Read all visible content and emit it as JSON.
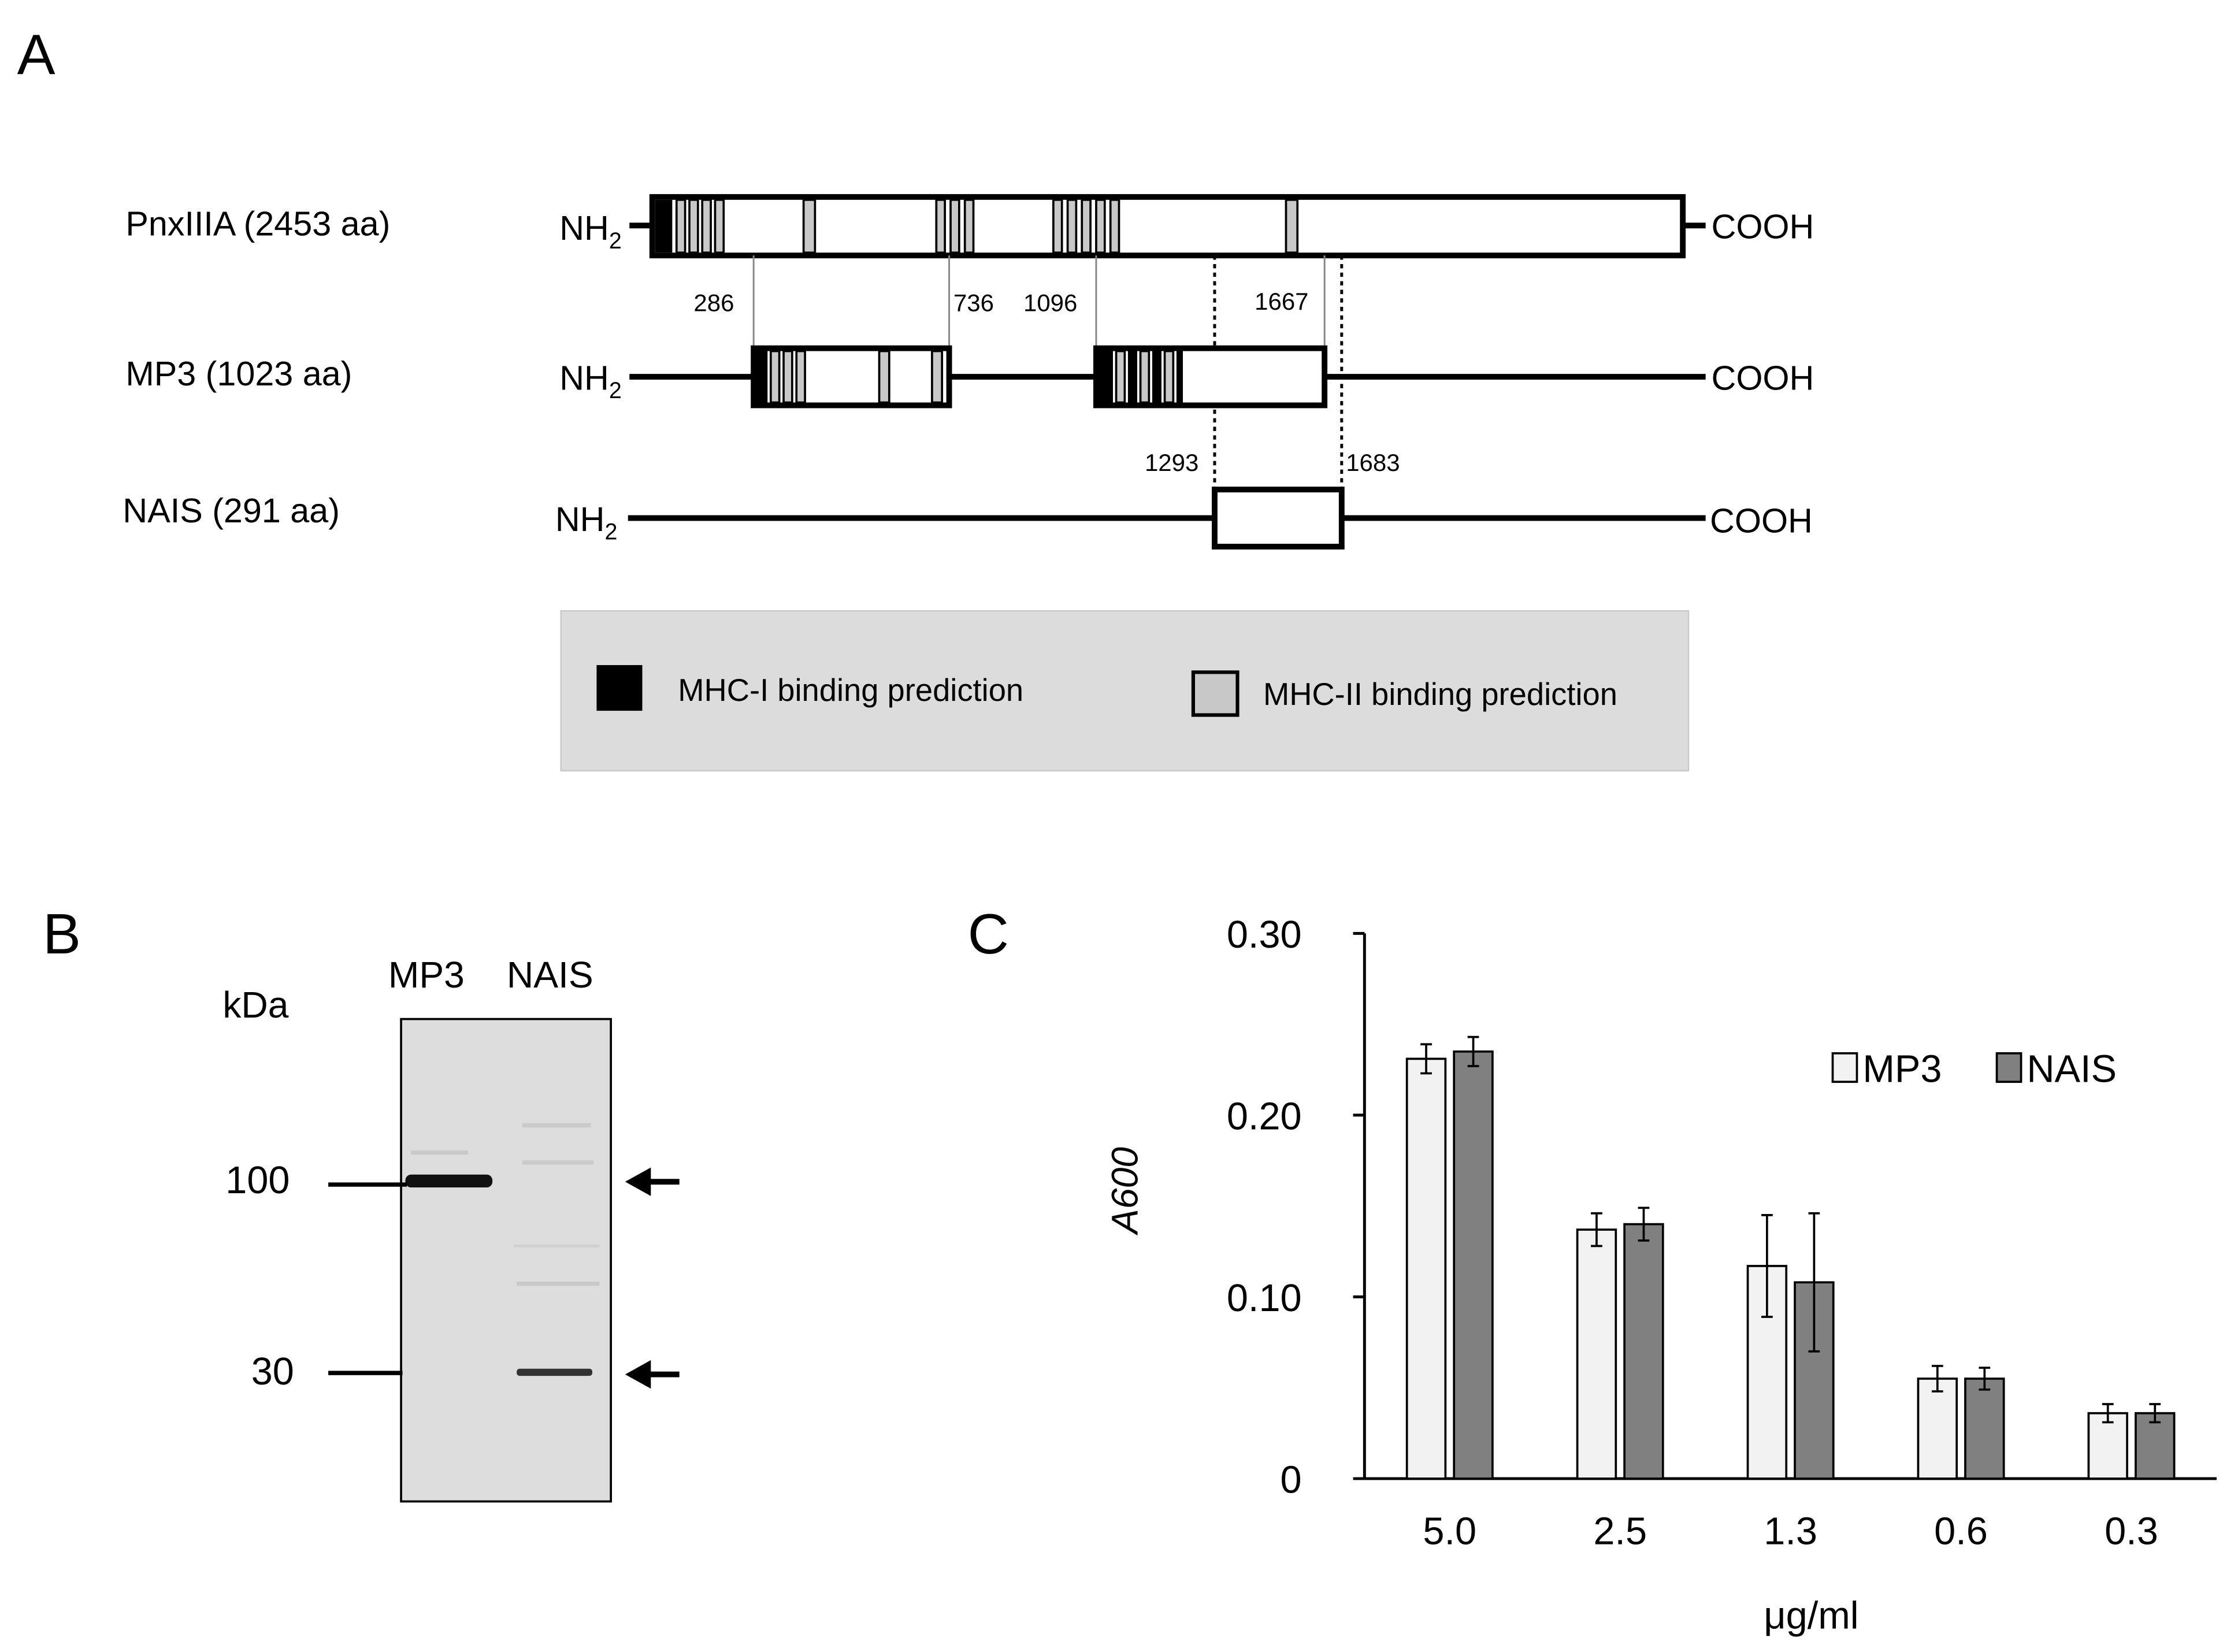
{
  "panel_a": {
    "letter": "A",
    "proteins": [
      {
        "label": "PnxIIIA (2453 aa)",
        "n_term": "NH",
        "n_sub": "2",
        "c_term": "COOH"
      },
      {
        "label": "MP3 (1023 aa)",
        "n_term": "NH",
        "n_sub": "2",
        "c_term": "COOH"
      },
      {
        "label": "NAIS (291 aa)",
        "n_term": "NH",
        "n_sub": "2",
        "c_term": "COOH"
      }
    ],
    "positions": [
      "286",
      "736",
      "1096",
      "1667",
      "1293",
      "1683"
    ],
    "legend": {
      "mhc1": "MHC-I binding prediction",
      "mhc2": "MHC-II binding prediction",
      "mhc1_color": "#000000",
      "mhc2_color": "#c8c8c8",
      "box_color": "#dcdcdc"
    }
  },
  "panel_b": {
    "letter": "B",
    "lanes": [
      "MP3",
      "NAIS"
    ],
    "unit": "kDa",
    "markers": [
      "100",
      "30"
    ]
  },
  "panel_c": {
    "letter": "C",
    "chart_data": {
      "type": "bar",
      "categories": [
        "5.0",
        "2.5",
        "1.3",
        "0.6",
        "0.3"
      ],
      "series": [
        {
          "name": "MP3",
          "values": [
            0.231,
            0.137,
            0.117,
            0.055,
            0.036
          ],
          "errors": [
            0.008,
            0.009,
            0.028,
            0.007,
            0.005
          ],
          "color": "#f2f2f2"
        },
        {
          "name": "NAIS",
          "values": [
            0.235,
            0.14,
            0.108,
            0.055,
            0.036
          ],
          "errors": [
            0.008,
            0.009,
            0.038,
            0.006,
            0.005
          ],
          "color": "#808080"
        }
      ],
      "ylabel": "A600",
      "xlabel": "μg/ml",
      "yticks": [
        "0",
        "0.10",
        "0.20",
        "0.30"
      ],
      "ylim": [
        0,
        0.3
      ],
      "legend_position": "top-right"
    }
  }
}
